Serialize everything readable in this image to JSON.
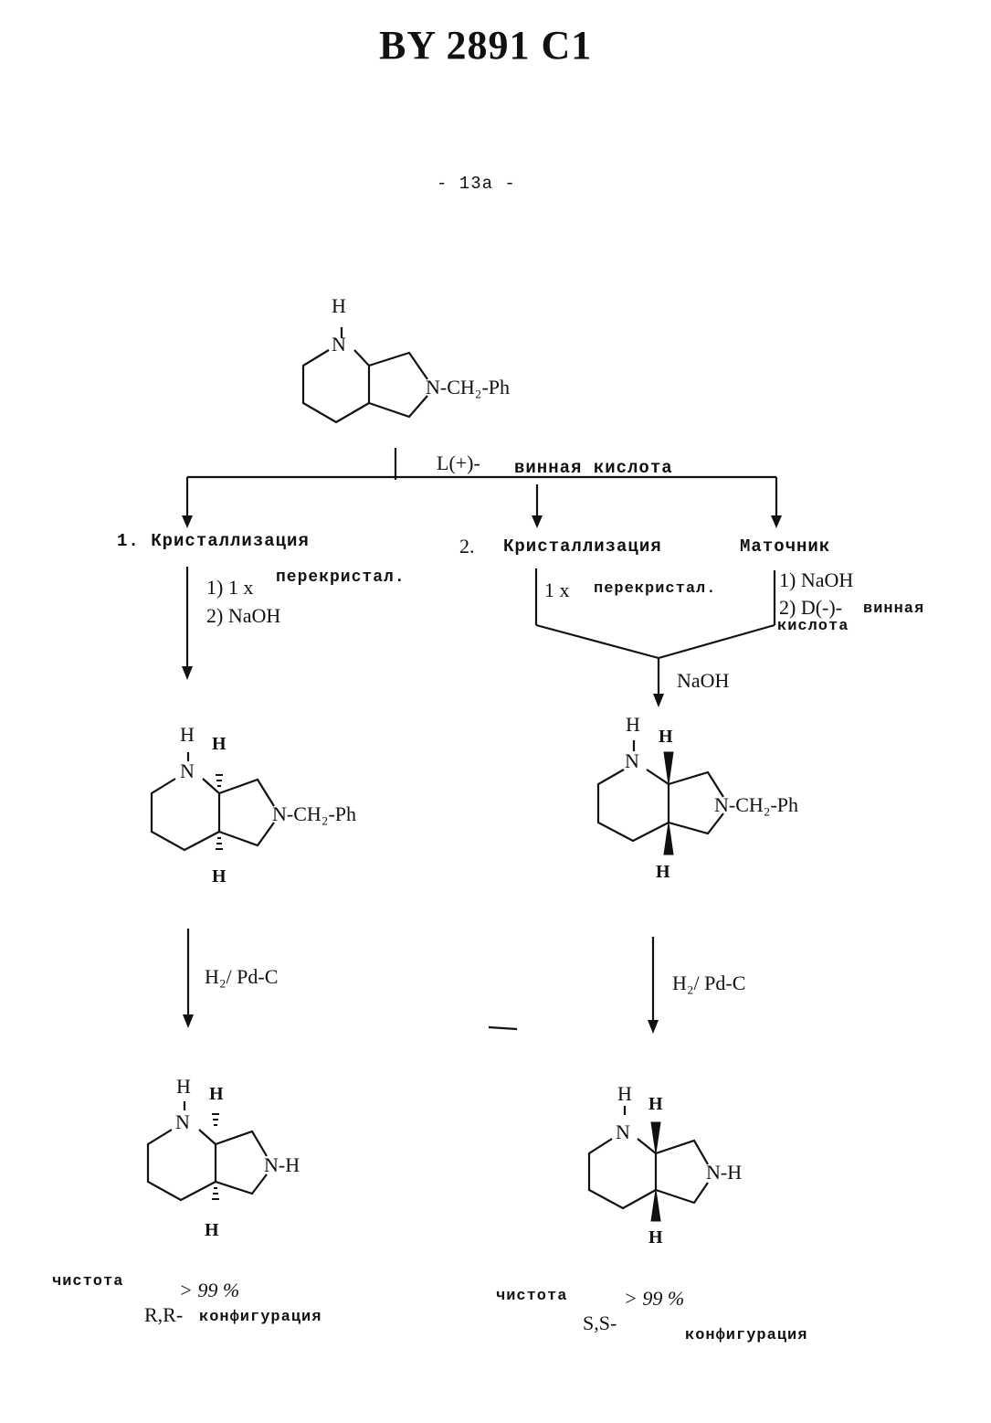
{
  "header": {
    "patent_number": "BY 2891 C1",
    "page_number": "- 13a -"
  },
  "start_compound": {
    "nh_h": "H",
    "nh_n": "N",
    "substituent": "N-CH₂-Ph"
  },
  "reagent_main": {
    "prefix": "L(+)-",
    "name": "винная кислота"
  },
  "branch1": {
    "heading": "1. Кристаллизация",
    "step1_num": "1) 1 x",
    "step1_word": "перекристал.",
    "step2": "2) NaOH"
  },
  "branch2": {
    "heading_num": "2.",
    "heading_word": "Кристаллизация",
    "recryst_num": "1 x",
    "recryst_word": "перекристал."
  },
  "mother_liquor": {
    "heading": "Маточник",
    "step1": "1) NaOH",
    "step2_prefix": "2) D(-)-",
    "step2_word": "винная",
    "step2_word2": "кислота"
  },
  "merge_reagent": "NaOH",
  "intermediate_left": {
    "nh_h": "H",
    "nh_n": "N",
    "h_top": "H",
    "h_bottom": "H",
    "substituent": "N-CH₂-Ph"
  },
  "intermediate_right": {
    "nh_h": "H",
    "nh_n": "N",
    "h_top": "H",
    "h_bottom": "H",
    "substituent": "N-CH₂-Ph"
  },
  "hydrogenation": {
    "left_label": "H₂/ Pd-C",
    "right_label": "H₂/ Pd-C"
  },
  "product_left": {
    "nh_h": "H",
    "nh_n": "N",
    "h_top": "H",
    "h_bottom": "H",
    "ring_nh": "N-H",
    "purity_word": "чистота",
    "purity_value": "> 99 %",
    "config_prefix": "R,R-",
    "config_word": "конфигурация"
  },
  "product_right": {
    "nh_h": "H",
    "nh_n": "N",
    "h_top": "H",
    "h_bottom": "H",
    "ring_nh": "N-H",
    "purity_word": "чистота",
    "purity_value": "> 99 %",
    "config_prefix": "S,S-",
    "config_word": "конфигурация"
  },
  "colors": {
    "ink": "#111111",
    "paper": "#ffffff"
  }
}
